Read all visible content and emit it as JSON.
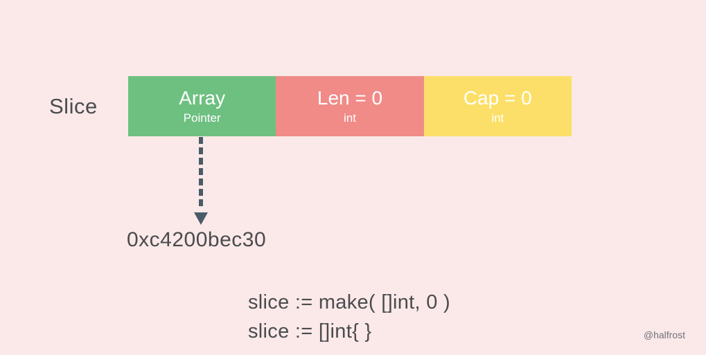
{
  "page": {
    "background": "#FAE9E8",
    "watermark": "@halfrost"
  },
  "diagram": {
    "label": "Slice",
    "blocks": [
      {
        "title": "Array",
        "subtitle": "Pointer",
        "color": "#6EC081"
      },
      {
        "title": "Len = 0",
        "subtitle": "int",
        "color": "#F08B88"
      },
      {
        "title": "Cap = 0",
        "subtitle": "int",
        "color": "#FCDF69"
      }
    ],
    "pointer_address": "0xc4200bec30",
    "arrow_color": "#4A5B68"
  },
  "code": {
    "lines": [
      "slice := make( []int, 0 )",
      "slice := []int{ }"
    ]
  }
}
